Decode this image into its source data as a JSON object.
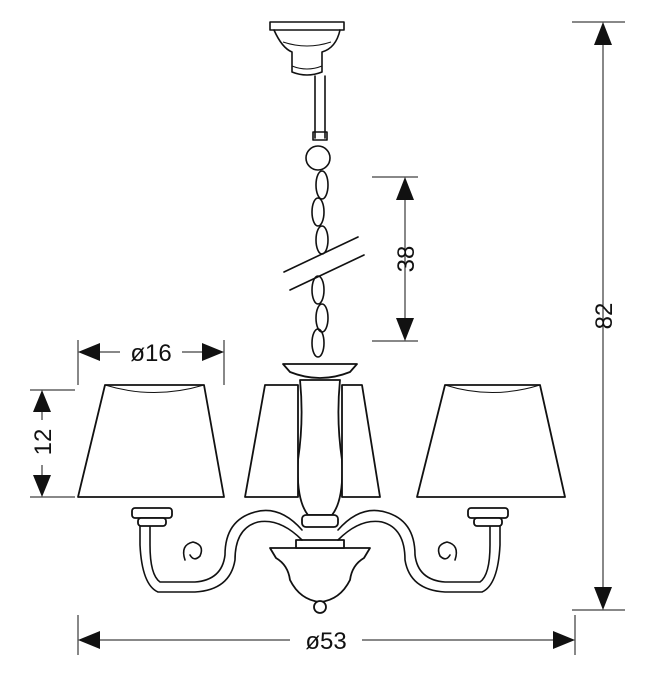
{
  "dimensions": {
    "shade_diameter": "ø16",
    "shade_height": "12",
    "chain_length": "38",
    "total_height": "82",
    "total_diameter": "ø53"
  }
}
